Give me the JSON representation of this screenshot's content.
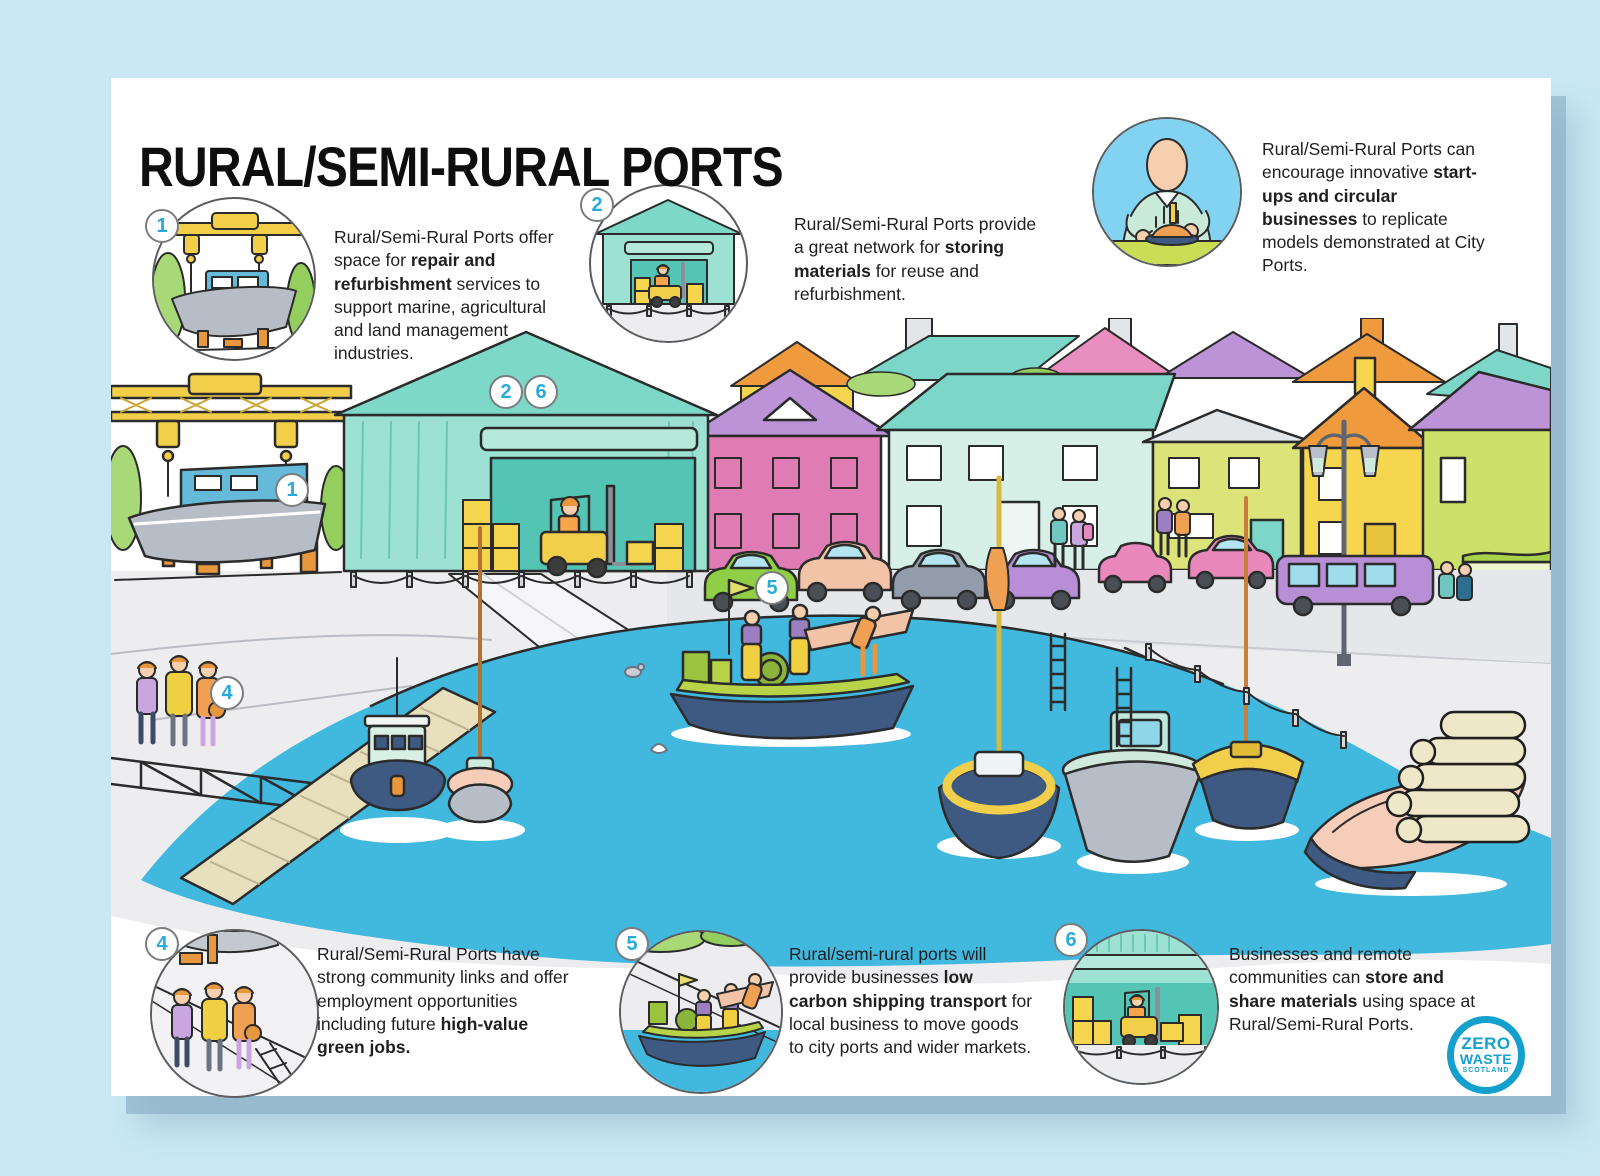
{
  "title": "RURAL/SEMI-RURAL PORTS",
  "callouts": {
    "repair": {
      "number": "1",
      "segments": [
        {
          "text": "Rural/Semi-Rural Ports offer space for "
        },
        {
          "text": "repair and refurbishment",
          "bold": true
        },
        {
          "text": " services to support marine, agricultural and land management industries."
        }
      ]
    },
    "storing": {
      "number": "2",
      "segments": [
        {
          "text": "Rural/Semi-Rural Ports provide a great network for "
        },
        {
          "text": "storing materials",
          "bold": true
        },
        {
          "text": " for reuse and refurbishment."
        }
      ]
    },
    "startups": {
      "segments": [
        {
          "text": "Rural/Semi-Rural Ports can encourage innovative "
        },
        {
          "text": "start-ups and circular businesses",
          "bold": true
        },
        {
          "text": " to replicate models demonstrated at City Ports."
        }
      ]
    },
    "community": {
      "number": "4",
      "segments": [
        {
          "text": "Rural/Semi-Rural Ports have strong community links and offer employment opportunities including future "
        },
        {
          "text": "high-value green jobs.",
          "bold": true
        }
      ]
    },
    "shipping": {
      "number": "5",
      "segments": [
        {
          "text": "Rural/semi-rural ports will provide businesses "
        },
        {
          "text": "low carbon shipping transport",
          "bold": true
        },
        {
          "text": " for local business to move goods to city ports and wider markets."
        }
      ]
    },
    "share": {
      "number": "6",
      "segments": [
        {
          "text": "Businesses and remote communities can "
        },
        {
          "text": "store and share materials",
          "bold": true
        },
        {
          "text": " using space at Rural/Semi-Rural Ports."
        }
      ]
    }
  },
  "scene_markers": {
    "m1": "1",
    "m2": "2",
    "m6": "6",
    "m4": "4",
    "m5": "5"
  },
  "logo": {
    "line1": "ZERO",
    "line2": "WASTE",
    "line3": "SCOTLAND"
  },
  "colors": {
    "page_background": "#c9e8f3",
    "accent_cyan": "#2aa9dc",
    "logo_blue": "#14a0cf",
    "water_blue": "#41b8dd",
    "warehouse_teal": "#9de1d2",
    "crane_yellow": "#f3cf49"
  }
}
